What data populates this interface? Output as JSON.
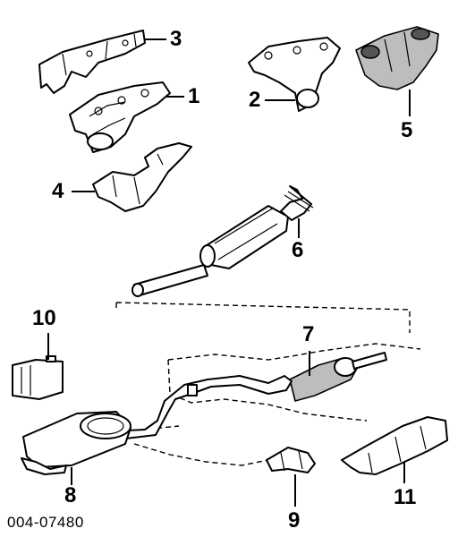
{
  "callouts": {
    "c1": "1",
    "c2": "2",
    "c3": "3",
    "c4": "4",
    "c5": "5",
    "c6": "6",
    "c7": "7",
    "c8": "8",
    "c9": "9",
    "c10": "10",
    "c11": "11"
  },
  "figure_code": "004-07480"
}
